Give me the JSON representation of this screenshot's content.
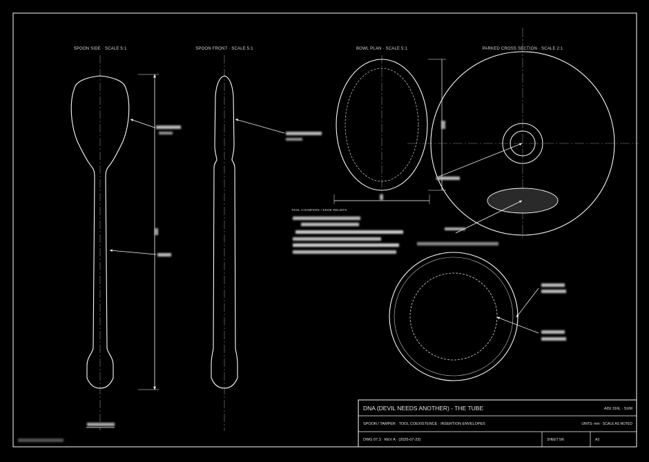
{
  "views": {
    "spoon_side": "SPOON SIDE · SCALE 5:1",
    "spoon_front": "SPOON FRONT · SCALE 5:1",
    "bowl_plan": "BOWL PLAN · SCALE 5:1",
    "parked_section": "PARKED CROSS SECTION · SCALE 2:1"
  },
  "notes_heading": "TOOL CHAMFERS / EDGE RELIEFS",
  "title_block": {
    "title": "DNA (DEVIL NEEDS ANOTHER) - THE TUBE",
    "material": "AISI 316L · SUM",
    "subtitle": "SPOON / TAMPER · TOOL COEXISTENCE · INSERTION ENVELOPES",
    "units": "UNITS: mm · SCALE AS NOTED",
    "drawing": "DWG 07.3 · REV A · (2025-07-23)",
    "sheet": "SHEET 5/6",
    "size": "A3"
  },
  "colors": {
    "background": "#000000",
    "line": "#ffffff",
    "center_line": "#8a8a8a",
    "fill_ellipse": "#2a2a2a"
  }
}
